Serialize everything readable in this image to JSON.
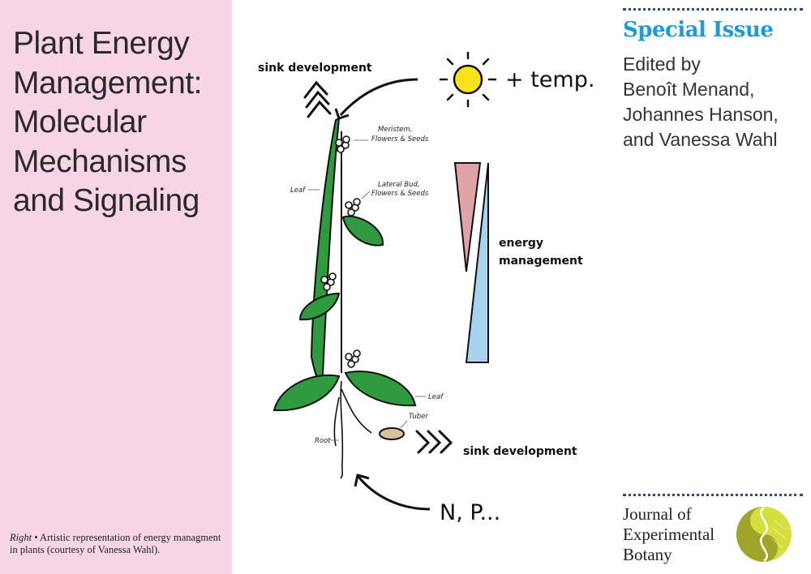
{
  "title": "Plant Energy Management: Molecular Mechanisms and Signaling",
  "caption": {
    "label": "Right",
    "bullet": "•",
    "text": "Artistic representation of energy managment in plants (courtesy of Vanessa Wahl)."
  },
  "special_issue": {
    "label": "Special Issue",
    "editors": [
      "Edited by",
      "Benoît Menand,",
      "Johannes Hanson,",
      "and Vanessa Wahl"
    ]
  },
  "journal": {
    "name_lines": [
      "Journal of",
      "Experimental",
      "Botany"
    ],
    "logo_colors": {
      "outer": "#d4df3e",
      "inner": "#9ea52a",
      "swirl": "#ffffff"
    }
  },
  "figure": {
    "sink_top": "sink development",
    "sink_bottom": "sink development",
    "energy_label": [
      "energy",
      "management"
    ],
    "temp": "+ temp.",
    "nutrients": "N, P...",
    "meristem": [
      "Meristem,",
      "Flowers & Seeds"
    ],
    "lateral_bud": [
      "Lateral Bud,",
      "Flowers & Seeds"
    ],
    "leaf_upper": "Leaf",
    "leaf_lower": "Leaf",
    "tuber": "Tuber",
    "root": "Root",
    "colors": {
      "leaf": "#2f9a3e",
      "sun": "#f6e31b",
      "wedge_top": "#e0a4a8",
      "wedge_bottom": "#a7d3ee",
      "tuber": "#d9c29c",
      "background_left": "#f7d4e6",
      "accent_blue": "#1f9ad6"
    }
  }
}
